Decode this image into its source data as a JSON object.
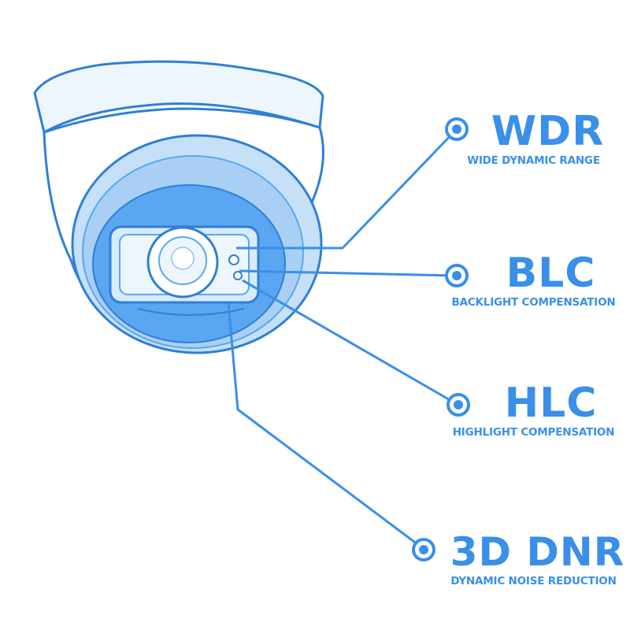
{
  "colors": {
    "accent": "#3a8fe8",
    "camera_light": "#b9d8f5",
    "camera_dark": "#5aa6f0",
    "outline": "#2f7fd6"
  },
  "features": [
    {
      "abbr": "WDR",
      "desc": "WIDE DYNAMIC RANGE"
    },
    {
      "abbr": "BLC",
      "desc": "BACKLIGHT COMPENSATION"
    },
    {
      "abbr": "HLC",
      "desc": "HIGHLIGHT COMPENSATION"
    },
    {
      "abbr": "3D DNR",
      "desc": "DYNAMIC NOISE REDUCTION"
    }
  ]
}
